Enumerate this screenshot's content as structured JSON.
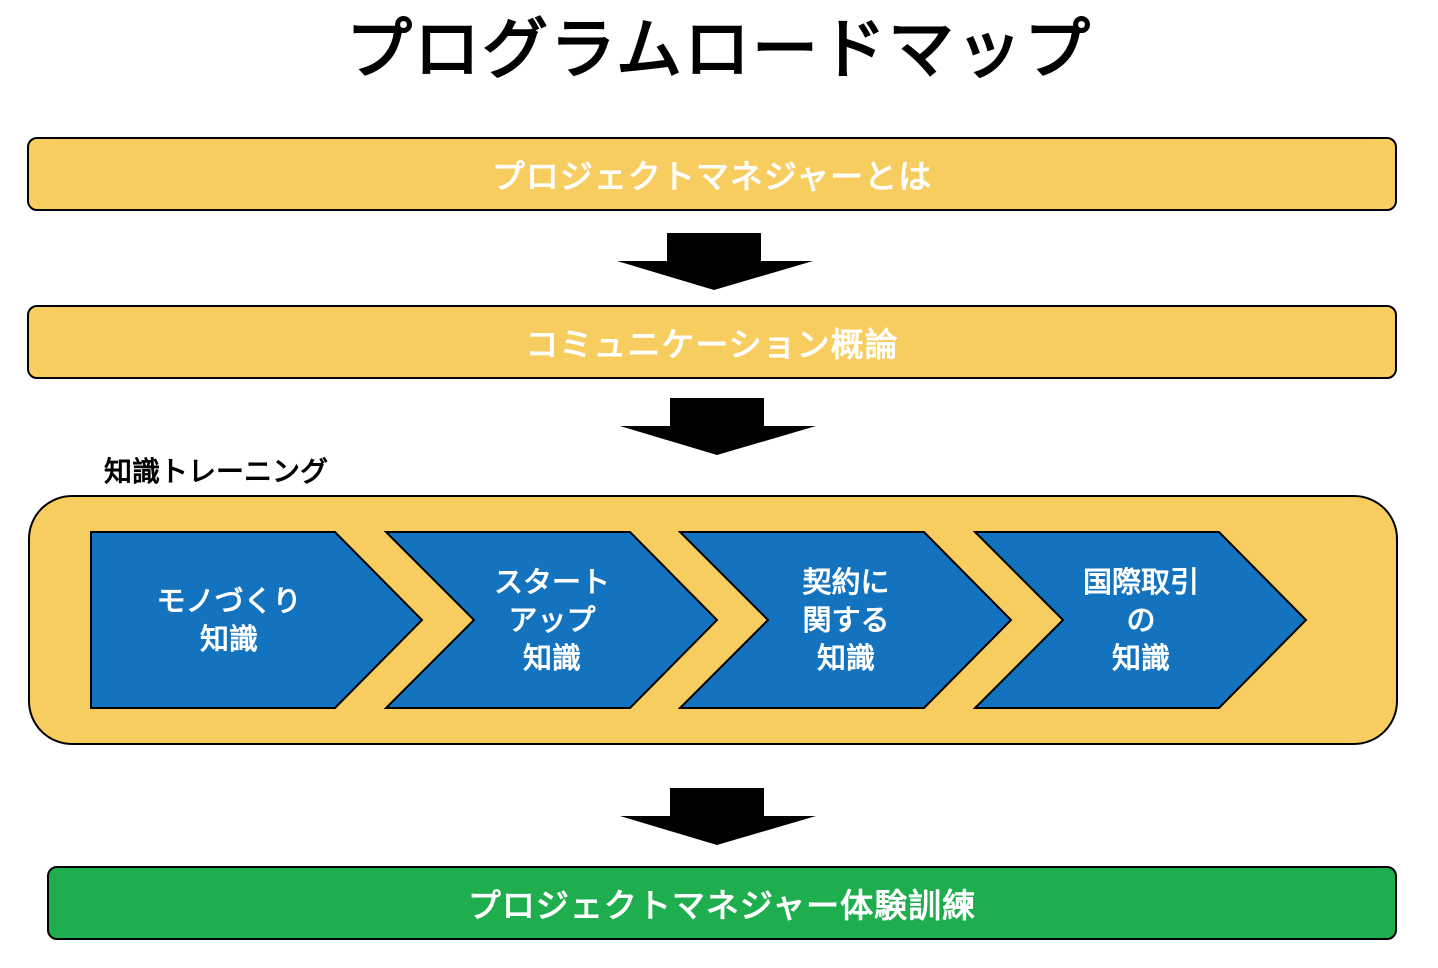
{
  "title": "プログラムロードマップ",
  "steps": {
    "step1": "プロジェクトマネジャーとは",
    "step2": "コミュニケーション概論",
    "final": "プロジェクトマネジャー体験訓練"
  },
  "training": {
    "label": "知識トレーニング",
    "items": [
      "モノづくり\n知識",
      "スタート\nアップ\n知識",
      "契約に\n関する\n知識",
      "国際取引\nの\n知識"
    ]
  },
  "colors": {
    "yellow": "#f8cd5f",
    "blue": "#1473be",
    "green": "#1fae4e",
    "arrow": "#000000"
  }
}
